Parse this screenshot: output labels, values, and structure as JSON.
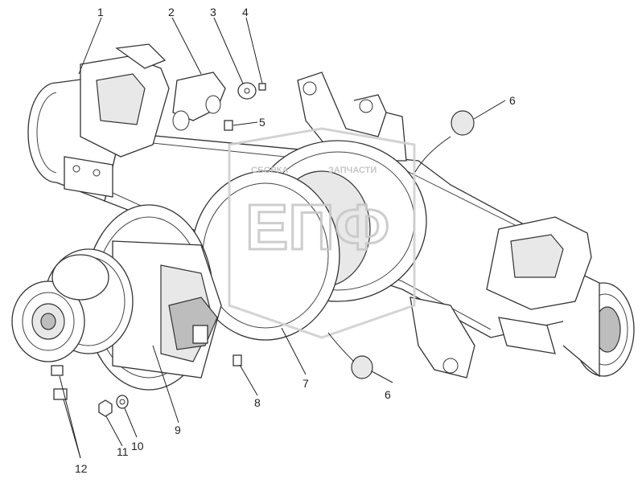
{
  "diagram": {
    "callouts": [
      "1",
      "2",
      "3",
      "4",
      "5",
      "6",
      "6",
      "7",
      "8",
      "9",
      "10",
      "11",
      "12"
    ]
  },
  "watermark": {
    "main": "ЕПФ",
    "left": "СБОРКА",
    "right": "ЗАПЧАСТИ"
  },
  "colors": {
    "line": "#333333",
    "shade": "#e8e8e8",
    "watermark": "#c8c8c8"
  }
}
